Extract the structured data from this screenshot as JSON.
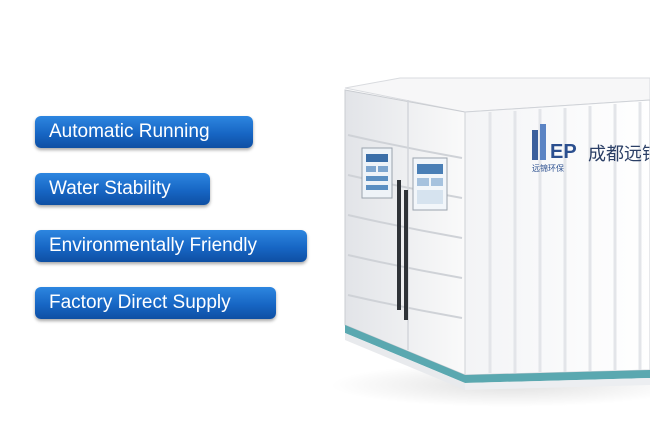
{
  "features": [
    {
      "label": "Automatic Running"
    },
    {
      "label": "Water Stability"
    },
    {
      "label": "Environmentally Friendly"
    },
    {
      "label": "Factory Direct Supply"
    }
  ],
  "brand": {
    "logo_text": "EP",
    "logo_caption": "远锦环保",
    "company_name": "成都远锦环保"
  },
  "colors": {
    "pill_blue": "#1766c4",
    "stripe_teal": "#5aa8b0",
    "brand_navy": "#2b3f66"
  }
}
